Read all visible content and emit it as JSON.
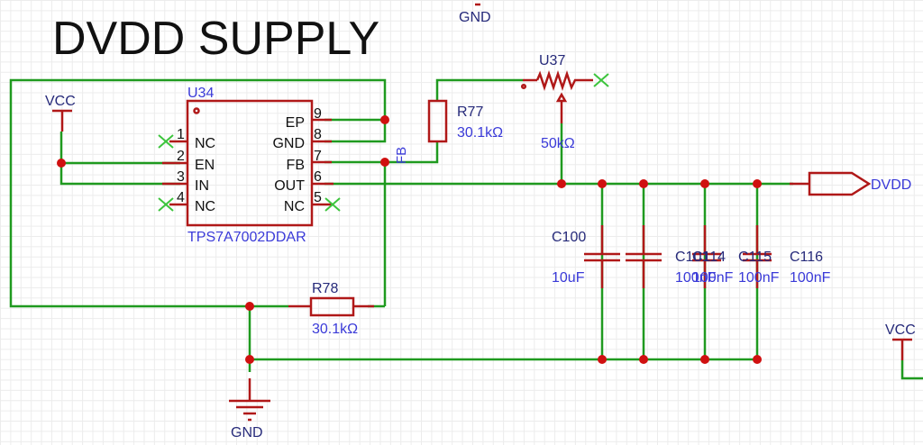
{
  "title": "DVDD SUPPLY",
  "u34": {
    "ref": "U34",
    "part": "TPS7A7002DDAR",
    "left_pins": [
      {
        "num": "1",
        "name": "NC"
      },
      {
        "num": "2",
        "name": "EN"
      },
      {
        "num": "3",
        "name": "IN"
      },
      {
        "num": "4",
        "name": "NC"
      }
    ],
    "right_pins": [
      {
        "num": "9",
        "name": "EP"
      },
      {
        "num": "8",
        "name": "GND"
      },
      {
        "num": "7",
        "name": "FB"
      },
      {
        "num": "6",
        "name": "OUT"
      },
      {
        "num": "5",
        "name": "NC"
      }
    ]
  },
  "nets": {
    "vcc_left": "VCC",
    "vcc_right": "VCC",
    "gnd_top": "GND",
    "gnd_bottom": "GND",
    "fb": "FB",
    "dvdd": "DVDD"
  },
  "r77": {
    "ref": "R77",
    "value": "30.1kΩ"
  },
  "r78": {
    "ref": "R78",
    "value": "30.1kΩ"
  },
  "u37": {
    "ref": "U37",
    "value": "50kΩ"
  },
  "capacitors": [
    {
      "ref": "C100",
      "value": "10uF"
    },
    {
      "ref": "C101",
      "value": "100nF"
    },
    {
      "ref": "C114",
      "value": "100nF"
    },
    {
      "ref": "C115",
      "value": "100nF"
    },
    {
      "ref": "C116",
      "value": "100nF"
    }
  ]
}
